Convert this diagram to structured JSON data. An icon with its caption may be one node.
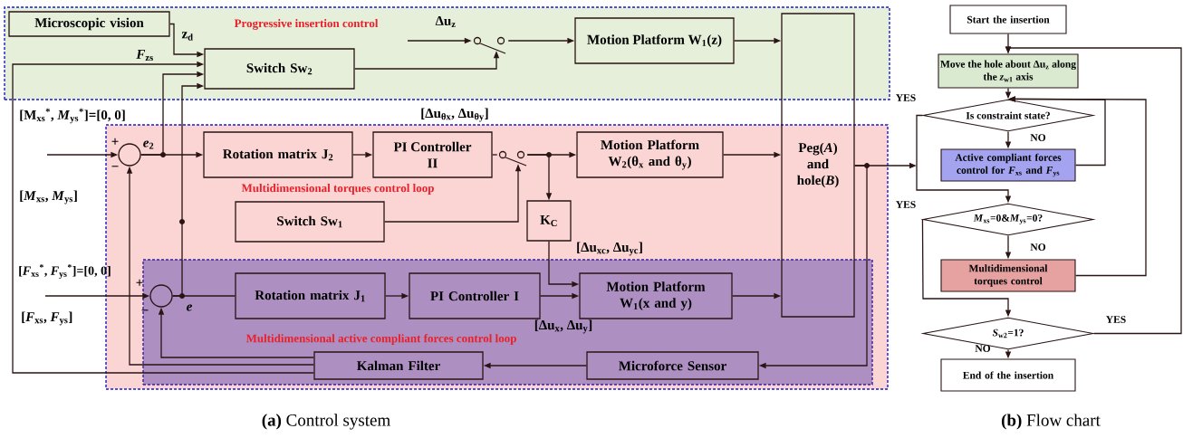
{
  "diagram": {
    "nodes": [
      {
        "text": [
          "Progressive insertion control"
        ]
      },
      {
        "text": [
          "Microscopic vision"
        ],
        "in": 0
      },
      {
        "text": [
          "Switch Sw$_{2}$"
        ],
        "in": 0
      },
      {
        "text": [],
        "shape": "switch",
        "in": 0
      },
      {
        "text": [
          "Motion Platform W$_{1}$(z)"
        ],
        "in": 0
      },
      {
        "text": [
          "Peg(*A*) and hole(*B*)"
        ]
      },
      {
        "text": [
          "Multidimensional torques control loop"
        ]
      },
      {
        "text": [],
        "shape": "circle",
        "in": 6
      },
      {
        "text": [
          "Rotation matrix J$_{2}$"
        ],
        "in": 6
      },
      {
        "text": [
          "PI Controller II"
        ],
        "in": 6
      },
      {
        "text": [],
        "shape": "switch",
        "in": 6
      },
      {
        "text": [
          "Motion Platform W$_{2}$(θ$_{x}$ and θ$_{y}$)"
        ],
        "in": 6
      },
      {
        "text": [
          "Switch Sw$_{1}$"
        ],
        "in": 6
      },
      {
        "text": [
          "K$_{C}$"
        ],
        "in": 6
      },
      {
        "text": [
          "Multidimensional active compliant forces control loop"
        ],
        "in": 6
      },
      {
        "text": [],
        "shape": "circle",
        "in": 14
      },
      {
        "text": [
          "Rotation matrix J$_{1}$"
        ],
        "in": 14
      },
      {
        "text": [
          "PI Controller I"
        ],
        "in": 14
      },
      {
        "text": [
          "Motion Platform W$_{1}$(x and y)"
        ],
        "in": 14
      },
      {
        "text": [
          "Kalman Filter"
        ],
        "in": 14
      },
      {
        "text": [
          "Microforce Sensor"
        ],
        "in": 14
      },
      {
        "text": [
          "Start the insertion"
        ]
      },
      {
        "text": [
          "Move the hole about Δu$_{z}$ along the *z*$_{w1}$ axis"
        ]
      },
      {
        "text": [
          "Is constraint state?"
        ]
      },
      {
        "text": [
          "Active compliant forces control for *F*$_{xs}$ and *F*$_{ys}$"
        ]
      },
      {
        "text": [
          "*M*$_{xs}$=0&*M*$_{ys}$=0?"
        ]
      },
      {
        "text": [
          "Multidimensional torques control"
        ]
      },
      {
        "text": [
          "*S*$_{w2}$=1?"
        ]
      },
      {
        "text": [
          "End of the insertion"
        ]
      }
    ],
    "edges": [
      {
        "from": 1,
        "to": 2,
        "arrow": "to",
        "label": "z$_{d}$"
      },
      {
        "from": 19,
        "to": 2,
        "arrow": "to",
        "label": "*F*$_{zs}$"
      },
      {
        "from": 7,
        "to": 2,
        "arrow": "to"
      },
      {
        "from": 15,
        "to": 2,
        "arrow": "to"
      },
      {
        "from": 2,
        "to": 3,
        "arrow": "to"
      },
      {
        "from": null,
        "to": 3,
        "arrow": "to",
        "label": "Δu$_{z}$"
      },
      {
        "from": 3,
        "to": 4,
        "arrow": "to"
      },
      {
        "from": 4,
        "to": 5,
        "arrow": "to"
      },
      {
        "from": null,
        "to": 7,
        "arrow": "to"
      },
      {
        "from": 7,
        "to": 8,
        "arrow": "to"
      },
      {
        "from": 8,
        "to": 9,
        "arrow": "to"
      },
      {
        "from": 9,
        "to": 10,
        "arrow": "none"
      },
      {
        "from": 10,
        "to": 11,
        "arrow": "to"
      },
      {
        "from": 10,
        "to": 13,
        "arrow": "to"
      },
      {
        "from": 11,
        "to": 5,
        "arrow": "to"
      },
      {
        "from": 12,
        "to": 10,
        "arrow": "to"
      },
      {
        "from": 13,
        "to": 18,
        "arrow": "to",
        "label": "[Δu$_{xc}$, Δu$_{yc}$]"
      },
      {
        "from": null,
        "to": 15,
        "arrow": "to"
      },
      {
        "from": 15,
        "to": 16,
        "arrow": "none"
      },
      {
        "from": 16,
        "to": 17,
        "arrow": "to"
      },
      {
        "from": 17,
        "to": 18,
        "arrow": "to",
        "label": "[Δu$_{x}$, Δu$_{y}$]"
      },
      {
        "from": 18,
        "to": 5,
        "arrow": "to"
      },
      {
        "from": 5,
        "to": null,
        "arrow": "to"
      },
      {
        "from": 5,
        "to": 20,
        "arrow": "to"
      },
      {
        "from": 20,
        "to": 19,
        "arrow": "to"
      },
      {
        "from": 19,
        "to": 15,
        "arrow": "to"
      },
      {
        "from": 19,
        "to": 7,
        "arrow": "to"
      },
      {
        "from": 21,
        "to": 22,
        "arrow": "to"
      },
      {
        "from": 22,
        "to": 23,
        "arrow": "to"
      },
      {
        "from": 23,
        "to": 24,
        "arrow": "to",
        "label": "NO"
      },
      {
        "from": 24,
        "to": 23,
        "arrow": "to"
      },
      {
        "from": 23,
        "to": 25,
        "arrow": "to",
        "label": "YES"
      },
      {
        "from": 25,
        "to": 26,
        "arrow": "to",
        "label": "NO"
      },
      {
        "from": 26,
        "to": 23,
        "arrow": "to"
      },
      {
        "from": 25,
        "to": 27,
        "arrow": "to",
        "label": "YES"
      },
      {
        "from": 27,
        "to": 28,
        "arrow": "to",
        "label": "NO"
      },
      {
        "from": 27,
        "to": 22,
        "arrow": "to",
        "label": "YES"
      }
    ],
    "labels": [
      "[M$_{xs}$$^{*}$, *M*$_{ys}$$^{*}$]=[0, 0]",
      "[Δu$_{θx}$, Δu$_{θy}$]",
      "+",
      "−",
      "*e*$_{2}$",
      "[*M*$_{xs}$, *M*$_{ys}$]",
      "[*F*$_{xs}$$^{*}$, *F*$_{ys}$$^{*}$]=[0, 0]",
      "+",
      "−",
      "e",
      "[*F*$_{xs}$, *F*$_{ys}$]",
      "**(a)** Control system",
      "**(b)** Flow chart"
    ]
  }
}
